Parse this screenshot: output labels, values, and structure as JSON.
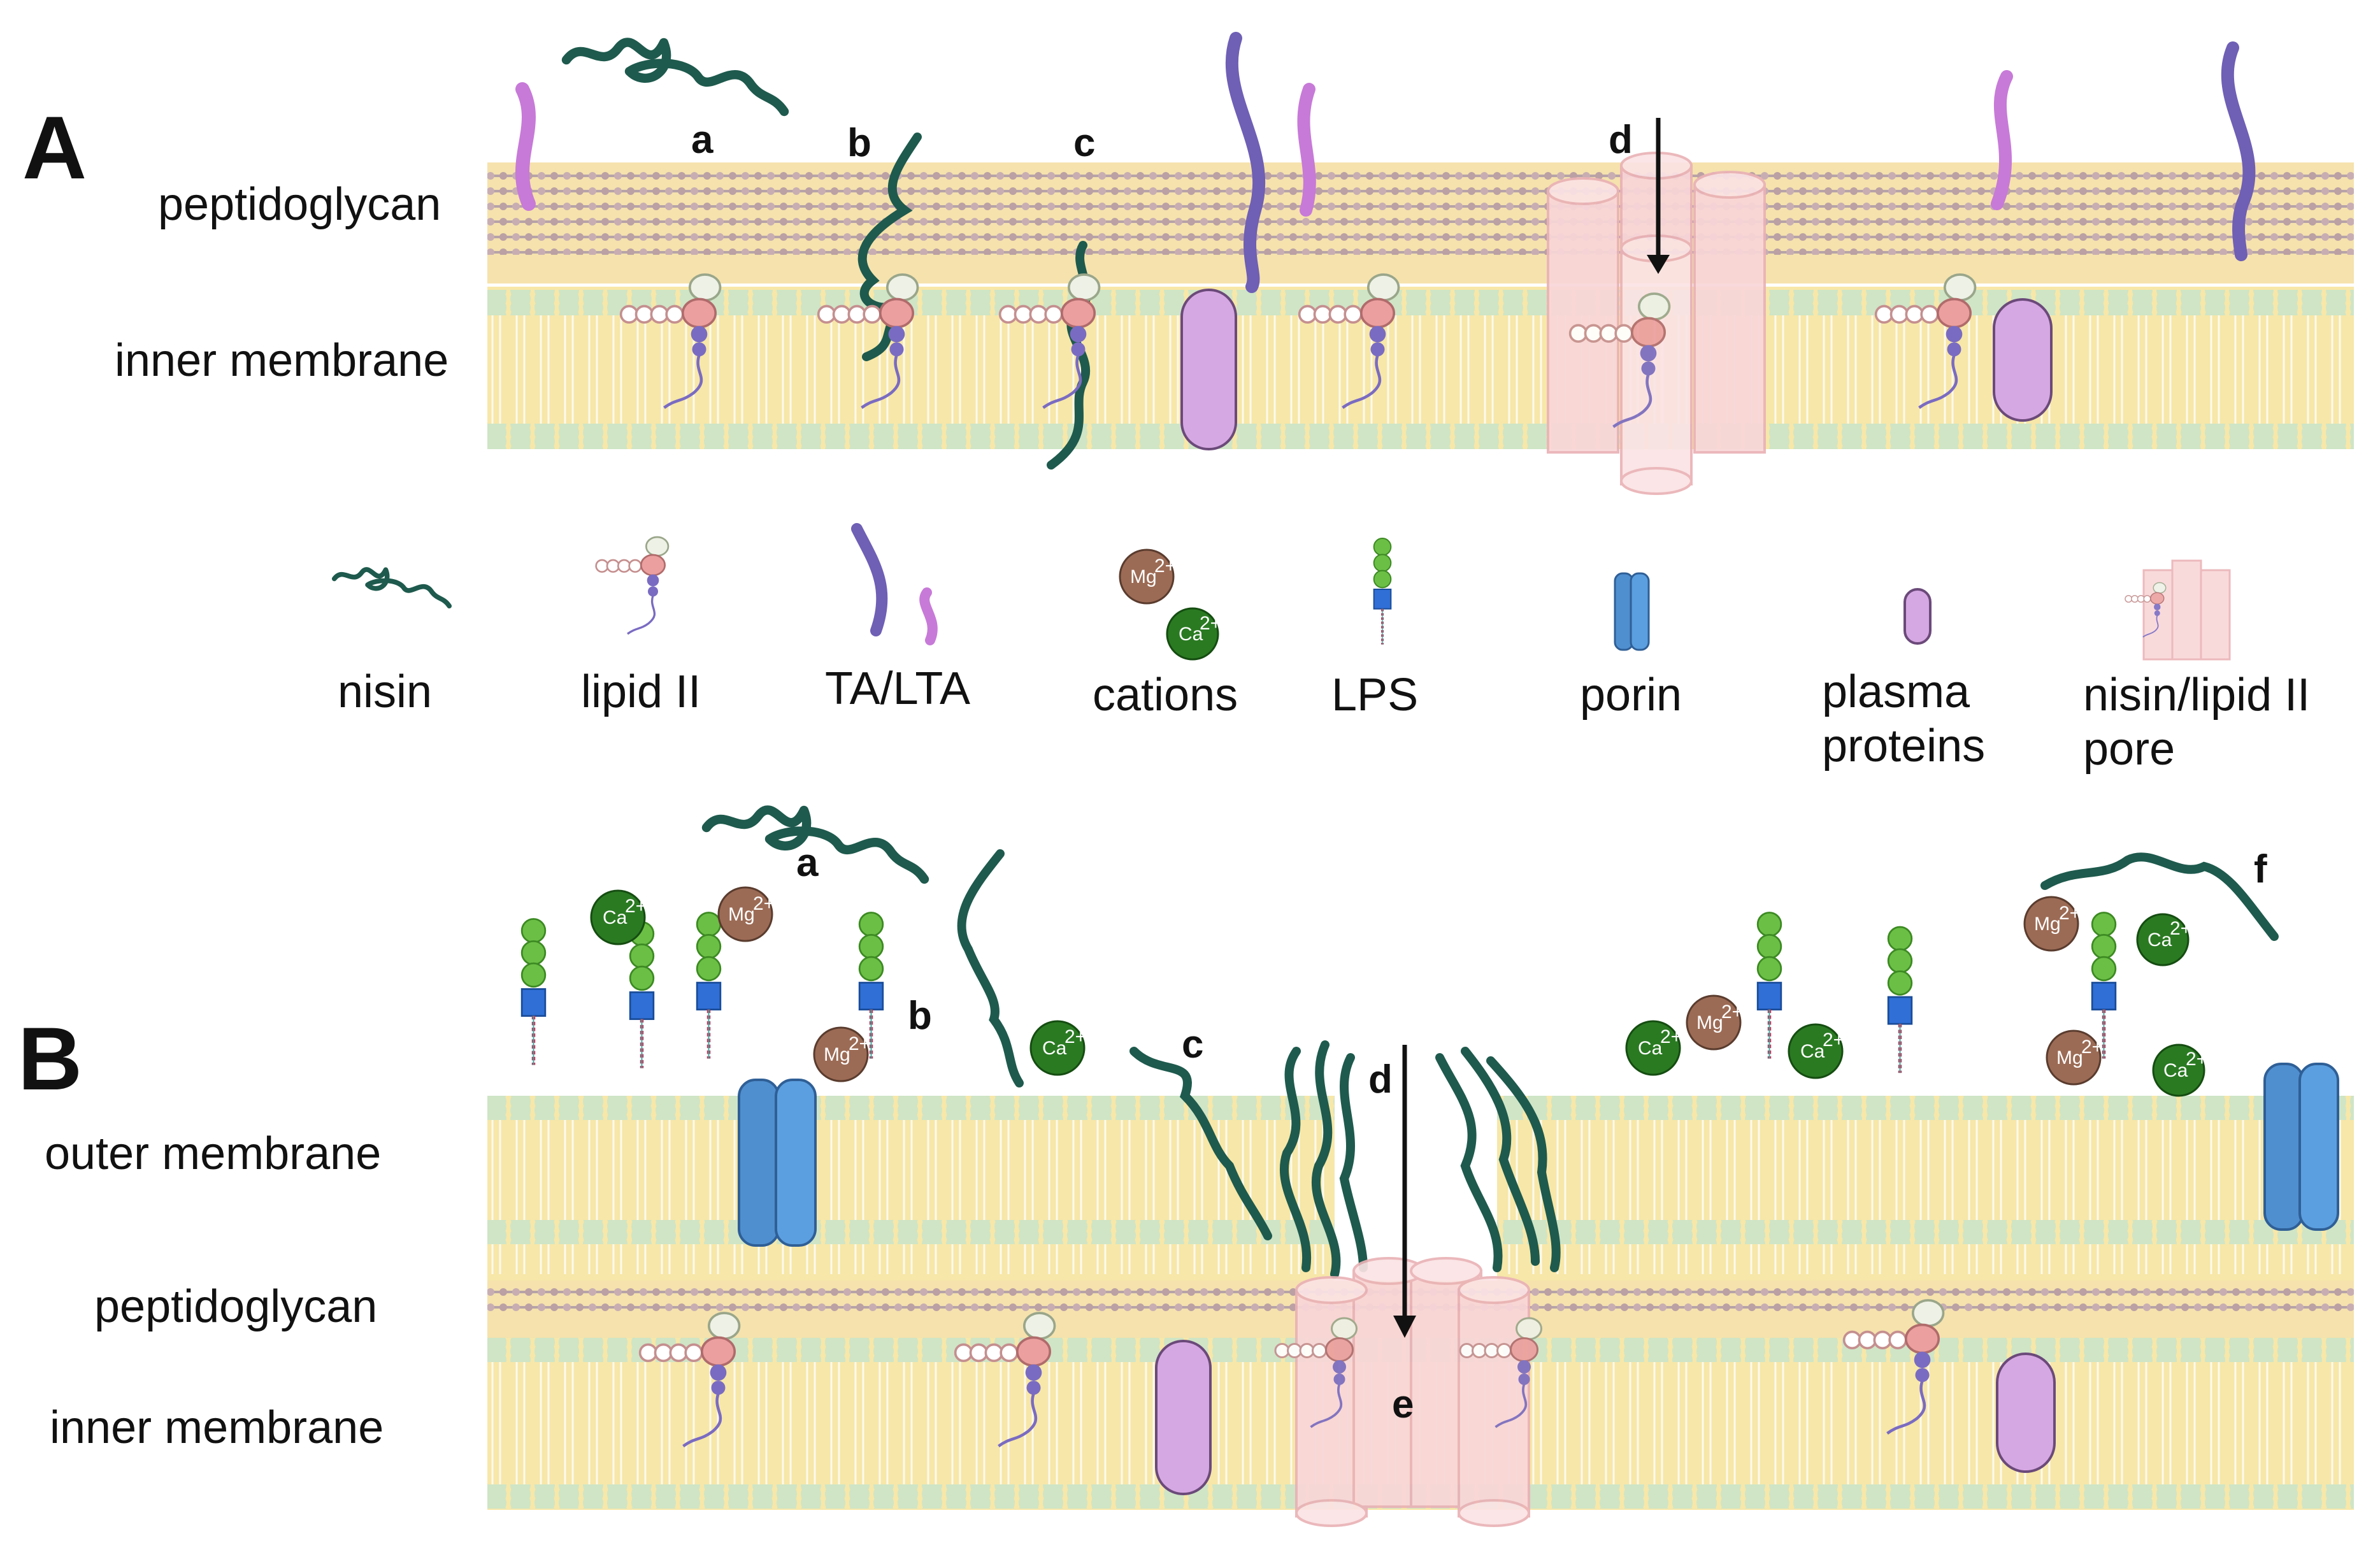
{
  "panels": {
    "a": "A",
    "b": "B"
  },
  "region_labels_a": [
    "peptidoglycan",
    "inner membrane"
  ],
  "region_labels_b": [
    "outer membrane",
    "peptidoglycan",
    "inner membrane"
  ],
  "steps_a": [
    "a",
    "b",
    "c",
    "d"
  ],
  "steps_b": [
    "a",
    "b",
    "c",
    "d",
    "e",
    "f"
  ],
  "legend": [
    {
      "icon": "nisin-icon",
      "label_lines": [
        "nisin"
      ]
    },
    {
      "icon": "lipid-ii-icon",
      "label_lines": [
        "lipid II"
      ]
    },
    {
      "icon": "ta-lta-icon",
      "label_lines": [
        "TA/LTA"
      ]
    },
    {
      "icon": "cations-icon",
      "label_lines": [
        "cations"
      ]
    },
    {
      "icon": "lps-icon",
      "label_lines": [
        "LPS"
      ]
    },
    {
      "icon": "porin-icon",
      "label_lines": [
        "porin"
      ]
    },
    {
      "icon": "plasma-protein-icon",
      "label_lines": [
        "plasma",
        "proteins"
      ]
    },
    {
      "icon": "pore-icon",
      "label_lines": [
        "nisin/lipid II",
        "pore"
      ]
    }
  ],
  "ions": {
    "mg": "Mg",
    "ca": "Ca",
    "charge": "2+"
  },
  "colors": {
    "membrane": "#f7e7a8",
    "lipid_head": "#cfe5c6",
    "nisin": "#1e5a4d",
    "ta": "#6f5fb5",
    "lta": "#c77ad8",
    "plasma_protein": "#d6a8e3",
    "porin": "#4f8fd0",
    "pore": "#f9d6d8",
    "mg_ion": "#9c6b55",
    "ca_ion": "#2a7a22",
    "lps_sugar": "#6bbf45",
    "lps_core": "#2f6fd6"
  }
}
